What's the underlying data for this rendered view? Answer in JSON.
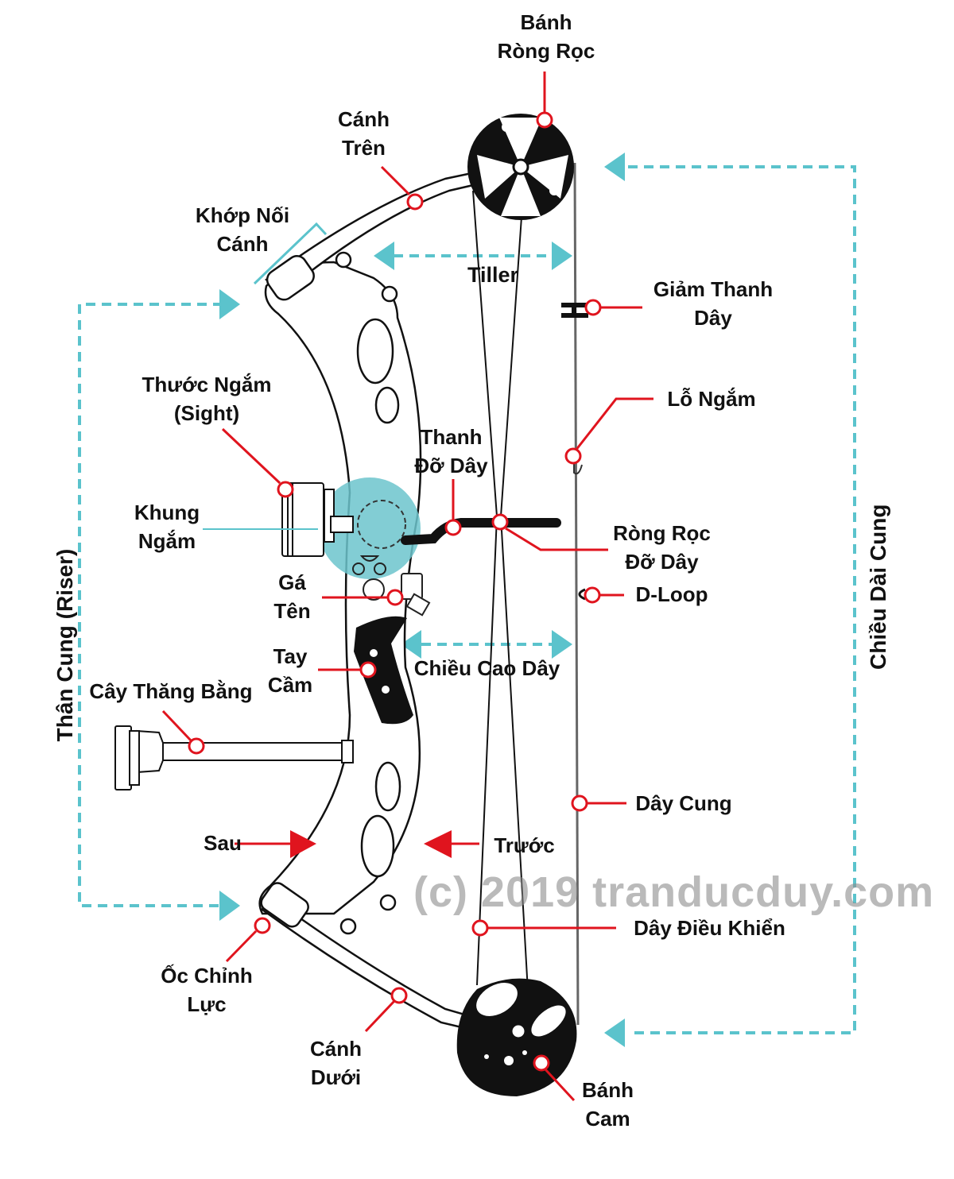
{
  "diagram": {
    "title": "Compound bow anatomy",
    "colors": {
      "callout": "#e0141e",
      "dimension": "#5bc3cc",
      "outline": "#111111",
      "highlight": "#6cc4cc",
      "watermark": "#8c8c8c"
    },
    "labels": {
      "idler_wheel": [
        "Bánh",
        "Ròng Rọc"
      ],
      "upper_limb": [
        "Cánh",
        "Trên"
      ],
      "limb_pocket": [
        "Khớp Nối",
        "Cánh"
      ],
      "tiller": "Tiller",
      "string_silencer": [
        "Giảm Thanh",
        "Dây"
      ],
      "peep_sight": "Lỗ Ngắm",
      "sight": [
        "Thước Ngắm",
        "(Sight)"
      ],
      "cable_guard": [
        "Thanh",
        "Đỡ Dây"
      ],
      "sight_window": [
        "Khung",
        "Ngắm"
      ],
      "cable_slide": [
        "Ròng Rọc",
        "Đỡ Dây"
      ],
      "d_loop": "D-Loop",
      "arrow_rest": [
        "Gá",
        "Tên"
      ],
      "grip": [
        "Tay",
        "Cầm"
      ],
      "brace_height": "Chiều Cao Dây",
      "stabilizer": "Cây Thăng Bằng",
      "bowstring": "Dây Cung",
      "back": "Sau",
      "front": "Trước",
      "buss_cable": "Dây Điều Khiển",
      "limb_bolt": [
        "Ốc Chỉnh",
        "Lực"
      ],
      "lower_limb": [
        "Cánh",
        "Dưới"
      ],
      "cam": [
        "Bánh",
        "Cam"
      ],
      "riser": "Thân Cung (Riser)",
      "axle_to_axle": "Chiều Dài Cung"
    },
    "watermark": "(c) 2019 tranducduy.com"
  }
}
